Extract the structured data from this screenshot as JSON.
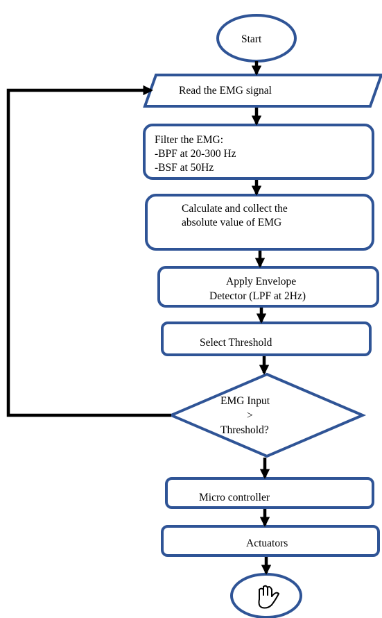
{
  "flowchart": {
    "start": "Start",
    "read_signal": "Read the EMG signal",
    "filter": {
      "line1": "Filter the EMG:",
      "line2": "-BPF at 20-300 Hz",
      "line3": "-BSF at 50Hz"
    },
    "calculate": {
      "line1": "Calculate and collect the",
      "line2": "absolute value of EMG"
    },
    "envelope": {
      "line1": "Apply Envelope",
      "line2": "Detector (LPF at 2Hz)"
    },
    "threshold": "Select Threshold",
    "decision": {
      "line1": "EMG Input",
      "line2": ">",
      "line3": "Threshold?"
    },
    "microcontroller": "Micro controller",
    "actuators": "Actuators",
    "end_icon": "hand-icon"
  },
  "colors": {
    "shape_stroke": "#2f5496",
    "connector": "#000000",
    "background": "#ffffff"
  }
}
